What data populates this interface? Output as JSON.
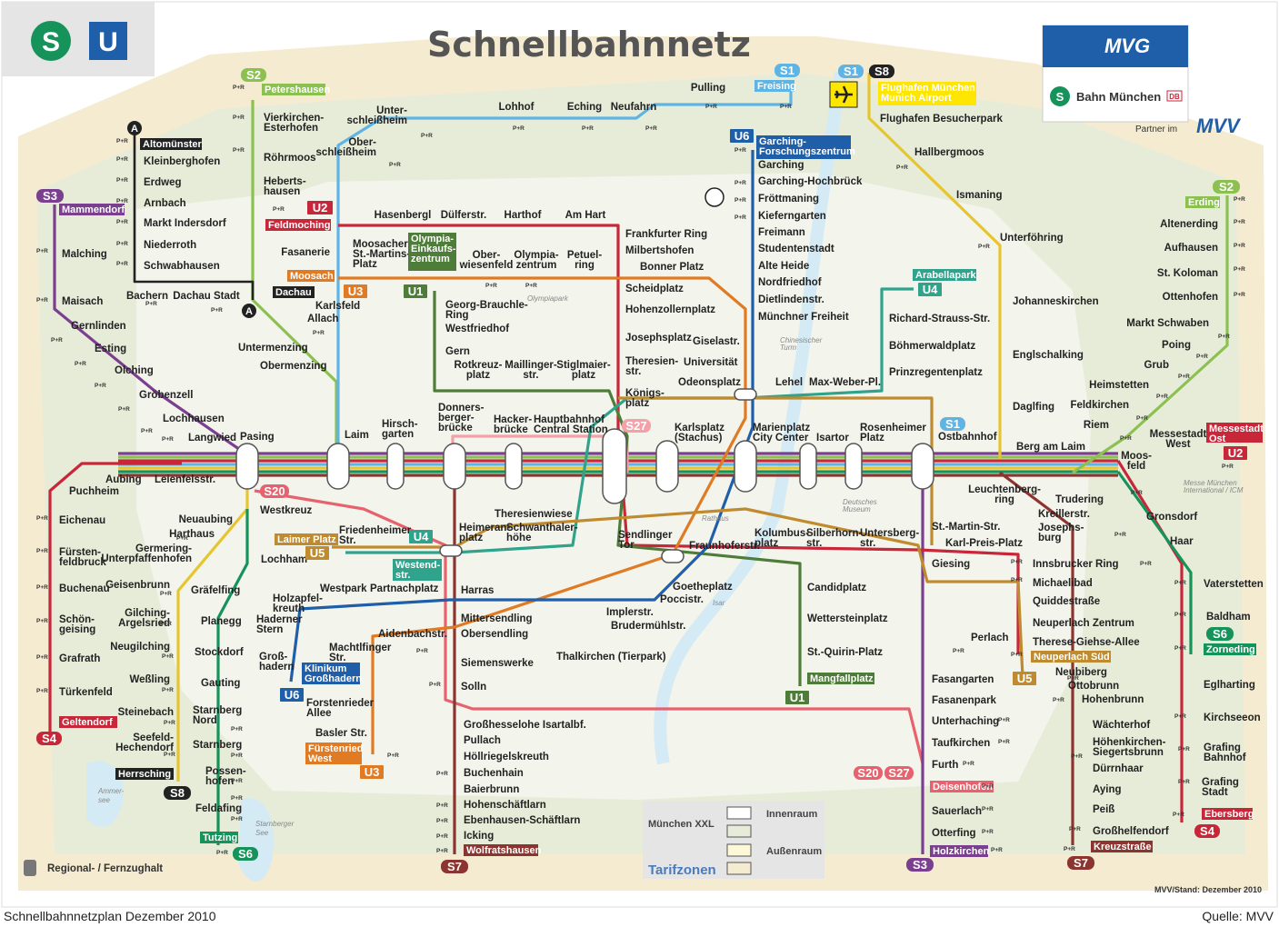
{
  "title": "Schnellbahnnetz",
  "footer": {
    "left": "Schnellbahnnetzplan Dezember 2010",
    "right": "Quelle: MVV"
  },
  "brand": {
    "mvg": "MVG",
    "sbahn": "Bahn München",
    "db": "DB",
    "partner": "Partner im",
    "mvv": "MVV",
    "stand": "MVV/Stand: Dezember 2010",
    "s_logo": "S",
    "u_logo": "U"
  },
  "legend": {
    "regional": "Regional- / Fernzughalt",
    "tarif_title": "Tarifzonen",
    "xxl": "München XXL",
    "innen": "Innenraum",
    "aussen": "Außenraum"
  },
  "water": {
    "ammersee": "Ammer-\nsee",
    "starnberger": "Starnberger\nSee",
    "isar": "Isar"
  },
  "colors": {
    "S1": "#5fb4e3",
    "S2": "#8cc152",
    "S3": "#7b3f8f",
    "S4": "#c8273a",
    "S6": "#16935a",
    "S7": "#8c3530",
    "S8": "#222222",
    "S20": "#e7626f",
    "U1": "#4e7c39",
    "U2": "#c8273a",
    "U3": "#e07a23",
    "U4": "#2fa38b",
    "U5": "#bf8b2e",
    "U6": "#1f5ea8",
    "S27": "#f4a0a8",
    "Stamm": "#e6c52e"
  },
  "line_badges": [
    {
      "label": "S2",
      "color": "#8cc152"
    },
    {
      "label": "S1",
      "color": "#5fb4e3"
    },
    {
      "label": "S1",
      "color": "#5fb4e3"
    },
    {
      "label": "S8",
      "color": "#222222"
    },
    {
      "label": "S3",
      "color": "#7b3f8f"
    },
    {
      "label": "U2",
      "color": "#c8273a"
    },
    {
      "label": "U6",
      "color": "#1f5ea8"
    },
    {
      "label": "S2",
      "color": "#8cc152"
    },
    {
      "label": "U3",
      "color": "#e07a23"
    },
    {
      "label": "U1",
      "color": "#4e7c39"
    },
    {
      "label": "U4",
      "color": "#2fa38b"
    },
    {
      "label": "S1",
      "color": "#5fb4e3"
    },
    {
      "label": "S27",
      "color": "#f4a0a8"
    },
    {
      "label": "U2",
      "color": "#c8273a"
    },
    {
      "label": "S20",
      "color": "#e7626f"
    },
    {
      "label": "U4",
      "color": "#2fa38b"
    },
    {
      "label": "U5",
      "color": "#bf8b2e"
    },
    {
      "label": "S6",
      "color": "#16935a"
    },
    {
      "label": "U6",
      "color": "#1f5ea8"
    },
    {
      "label": "U1",
      "color": "#4e7c39"
    },
    {
      "label": "U5",
      "color": "#bf8b2e"
    },
    {
      "label": "S4",
      "color": "#c8273a"
    },
    {
      "label": "U3",
      "color": "#e07a23"
    },
    {
      "label": "S8",
      "color": "#222222"
    },
    {
      "label": "S20",
      "color": "#e7626f"
    },
    {
      "label": "S27",
      "color": "#e7626f"
    },
    {
      "label": "S6",
      "color": "#16935a"
    },
    {
      "label": "S7",
      "color": "#8c3530"
    },
    {
      "label": "S3",
      "color": "#7b3f8f"
    },
    {
      "label": "S7",
      "color": "#8c3530"
    },
    {
      "label": "S4",
      "color": "#c8273a"
    }
  ],
  "terminus_tags": [
    {
      "label": "Petershausen",
      "color": "#8cc152"
    },
    {
      "label": "Freising",
      "color": "#5fb4e3"
    },
    {
      "label": "Flughafen München\nMunich Airport",
      "color": "#ffe600",
      "dark": true
    },
    {
      "label": "Altomünster",
      "color": "#222222"
    },
    {
      "label": "Mammendorf",
      "color": "#7b3f8f"
    },
    {
      "label": "Feldmoching",
      "color": "#c8273a"
    },
    {
      "label": "Garching-\nForschungszentrum",
      "color": "#1f5ea8"
    },
    {
      "label": "Erding",
      "color": "#8cc152"
    },
    {
      "label": "Moosach",
      "color": "#e07a23"
    },
    {
      "label": "Dachau",
      "color": "#222222"
    },
    {
      "label": "Olympia-\nEinkaufs-\nzentrum",
      "color": "#4e7c39"
    },
    {
      "label": "Arabellapark",
      "color": "#2fa38b"
    },
    {
      "label": "Messestadt\nOst",
      "color": "#c8273a"
    },
    {
      "label": "Laimer Platz",
      "color": "#bf8b2e"
    },
    {
      "label": "Westend-\nstr.",
      "color": "#2fa38b"
    },
    {
      "label": "Klinikum\nGroßhadern",
      "color": "#1f5ea8"
    },
    {
      "label": "Neuperlach Süd",
      "color": "#bf8b2e"
    },
    {
      "label": "Zorneding",
      "color": "#16935a"
    },
    {
      "label": "Mangfallplatz",
      "color": "#4e7c39"
    },
    {
      "label": "Geltendorf",
      "color": "#c8273a"
    },
    {
      "label": "Fürstenried\nWest",
      "color": "#e07a23"
    },
    {
      "label": "Herrsching",
      "color": "#222222"
    },
    {
      "label": "Deisenhofen",
      "color": "#e7626f"
    },
    {
      "label": "Ebersberg",
      "color": "#c8273a"
    },
    {
      "label": "Tutzing",
      "color": "#16935a"
    },
    {
      "label": "Holzkirchen",
      "color": "#7b3f8f"
    },
    {
      "label": "Wolfratshausen",
      "color": "#8c3530"
    },
    {
      "label": "Kreuzstraße",
      "color": "#8c3530"
    }
  ],
  "stations": [
    {
      "name": "Vierkirchen-\nEsterhofen"
    },
    {
      "name": "Röhrmoos"
    },
    {
      "name": "Heberts-\nhausen"
    },
    {
      "name": "Unter-\nschleißheim"
    },
    {
      "name": "Ober-\nschleißheim"
    },
    {
      "name": "Lohhof"
    },
    {
      "name": "Eching"
    },
    {
      "name": "Neufahrn"
    },
    {
      "name": "Pulling"
    },
    {
      "name": "Flughafen Besucherpark"
    },
    {
      "name": "Hallbergmoos"
    },
    {
      "name": "Ismaning"
    },
    {
      "name": "Unterföhring"
    },
    {
      "name": "Johanneskirchen"
    },
    {
      "name": "Englschalking"
    },
    {
      "name": "Daglfing"
    },
    {
      "name": "Kleinberghofen"
    },
    {
      "name": "Erdweg"
    },
    {
      "name": "Arnbach"
    },
    {
      "name": "Markt Indersdorf"
    },
    {
      "name": "Niederroth"
    },
    {
      "name": "Schwabhausen"
    },
    {
      "name": "Bachern"
    },
    {
      "name": "Dachau Stadt"
    },
    {
      "name": "Malching"
    },
    {
      "name": "Maisach"
    },
    {
      "name": "Gernlinden"
    },
    {
      "name": "Esting"
    },
    {
      "name": "Olching"
    },
    {
      "name": "Gröbenzell"
    },
    {
      "name": "Lochhausen"
    },
    {
      "name": "Langwied"
    },
    {
      "name": "Pasing"
    },
    {
      "name": "Fasanerie"
    },
    {
      "name": "Karlsfeld"
    },
    {
      "name": "Allach"
    },
    {
      "name": "Untermenzing"
    },
    {
      "name": "Obermenzing"
    },
    {
      "name": "Hasenbergl"
    },
    {
      "name": "Dülferstr."
    },
    {
      "name": "Harthof"
    },
    {
      "name": "Am Hart"
    },
    {
      "name": "Frankfurter Ring"
    },
    {
      "name": "Milbertshofen"
    },
    {
      "name": "Bonner Platz"
    },
    {
      "name": "Scheidplatz"
    },
    {
      "name": "Hohenzollernplatz"
    },
    {
      "name": "Josephsplatz"
    },
    {
      "name": "Theresien-\nstr."
    },
    {
      "name": "Königs-\nplatz"
    },
    {
      "name": "Moosacher\nSt.-Martins-\nPlatz"
    },
    {
      "name": "Ober-\nwiesenfeld"
    },
    {
      "name": "Olympia-\nzentrum"
    },
    {
      "name": "Petuel-\nring"
    },
    {
      "name": "Georg-Brauchle-\nRing"
    },
    {
      "name": "Westfriedhof"
    },
    {
      "name": "Gern"
    },
    {
      "name": "Rotkreuz-\nplatz"
    },
    {
      "name": "Maillinger-\nstr."
    },
    {
      "name": "Stiglmaier-\nplatz"
    },
    {
      "name": "Garching"
    },
    {
      "name": "Garching-Hochbrück"
    },
    {
      "name": "Fröttmaning"
    },
    {
      "name": "Kieferngarten"
    },
    {
      "name": "Freimann"
    },
    {
      "name": "Studentenstadt"
    },
    {
      "name": "Alte Heide"
    },
    {
      "name": "Nordfriedhof"
    },
    {
      "name": "Dietlindenstr."
    },
    {
      "name": "Münchner Freiheit"
    },
    {
      "name": "Giselastr."
    },
    {
      "name": "Universität"
    },
    {
      "name": "Odeonsplatz"
    },
    {
      "name": "Lehel"
    },
    {
      "name": "Max-Weber-Pl."
    },
    {
      "name": "Richard-Strauss-Str."
    },
    {
      "name": "Böhmerwaldplatz"
    },
    {
      "name": "Prinzregentenplatz"
    },
    {
      "name": "Altenerding"
    },
    {
      "name": "Aufhausen"
    },
    {
      "name": "St. Koloman"
    },
    {
      "name": "Ottenhofen"
    },
    {
      "name": "Markt Schwaben"
    },
    {
      "name": "Poing"
    },
    {
      "name": "Grub"
    },
    {
      "name": "Heimstetten"
    },
    {
      "name": "Feldkirchen"
    },
    {
      "name": "Riem"
    },
    {
      "name": "Messestadt\nWest"
    },
    {
      "name": "Moos-\nfeld"
    },
    {
      "name": "Berg am Laim"
    },
    {
      "name": "Laim"
    },
    {
      "name": "Hirsch-\ngarten"
    },
    {
      "name": "Donners-\nberger-\nbrücke"
    },
    {
      "name": "Hacker-\nbrücke"
    },
    {
      "name": "Hauptbahnhof\nCentral Station"
    },
    {
      "name": "Karlsplatz\n(Stachus)"
    },
    {
      "name": "Marienplatz\nCity Center"
    },
    {
      "name": "Isartor"
    },
    {
      "name": "Rosenheimer\nPlatz"
    },
    {
      "name": "Ostbahnhof"
    },
    {
      "name": "Leuchtenberg-\nring"
    },
    {
      "name": "Trudering"
    },
    {
      "name": "Gronsdorf"
    },
    {
      "name": "Haar"
    },
    {
      "name": "Vaterstetten"
    },
    {
      "name": "Baldham"
    },
    {
      "name": "Aubing"
    },
    {
      "name": "Leienfelsstr."
    },
    {
      "name": "Puchheim"
    },
    {
      "name": "Eichenau"
    },
    {
      "name": "Fürsten-\nfeldbruck"
    },
    {
      "name": "Buchenau"
    },
    {
      "name": "Schön-\ngeising"
    },
    {
      "name": "Grafrath"
    },
    {
      "name": "Türkenfeld"
    },
    {
      "name": "Westkreuz"
    },
    {
      "name": "Neuaubing"
    },
    {
      "name": "Harthaus"
    },
    {
      "name": "Germering-\nUnterpfaffenhofen"
    },
    {
      "name": "Geisenbrunn"
    },
    {
      "name": "Gilching-\nArgelsried"
    },
    {
      "name": "Neugilching"
    },
    {
      "name": "Weßling"
    },
    {
      "name": "Steinebach"
    },
    {
      "name": "Seefeld-\nHechendorf"
    },
    {
      "name": "Lochham"
    },
    {
      "name": "Gräfelfing"
    },
    {
      "name": "Planegg"
    },
    {
      "name": "Stockdorf"
    },
    {
      "name": "Gauting"
    },
    {
      "name": "Starnberg\nNord"
    },
    {
      "name": "Starnberg"
    },
    {
      "name": "Possen-\nhofen"
    },
    {
      "name": "Feldafing"
    },
    {
      "name": "Friedenheimer\nStr."
    },
    {
      "name": "Heimeran-\nplatz"
    },
    {
      "name": "Schwanthaler-\nhöhe"
    },
    {
      "name": "Theresienwiese"
    },
    {
      "name": "Westpark"
    },
    {
      "name": "Partnachplatz"
    },
    {
      "name": "Harras"
    },
    {
      "name": "Holzapfel-\nkreuth"
    },
    {
      "name": "Haderner\nStern"
    },
    {
      "name": "Groß-\nhadern"
    },
    {
      "name": "Mittersendling"
    },
    {
      "name": "Obersendling"
    },
    {
      "name": "Aidenbachstr."
    },
    {
      "name": "Machtlfinger\nStr."
    },
    {
      "name": "Forstenrieder\nAllee"
    },
    {
      "name": "Basler Str."
    },
    {
      "name": "Siemenswerke"
    },
    {
      "name": "Solln"
    },
    {
      "name": "Großhesselohe Isartalbf."
    },
    {
      "name": "Pullach"
    },
    {
      "name": "Höllriegelskreuth"
    },
    {
      "name": "Buchenhain"
    },
    {
      "name": "Baierbrunn"
    },
    {
      "name": "Hohenschäftlarn"
    },
    {
      "name": "Ebenhausen-Schäftlarn"
    },
    {
      "name": "Icking"
    },
    {
      "name": "Sendlinger\nTor"
    },
    {
      "name": "Fraunhoferstr."
    },
    {
      "name": "Goetheplatz"
    },
    {
      "name": "Poccistr."
    },
    {
      "name": "Implerstr."
    },
    {
      "name": "Brudermühlstr."
    },
    {
      "name": "Thalkirchen (Tierpark)"
    },
    {
      "name": "Kolumbus-\nplatz"
    },
    {
      "name": "Silberhorn-\nstr."
    },
    {
      "name": "Untersberg-\nstr."
    },
    {
      "name": "Candidplatz"
    },
    {
      "name": "Wettersteinplatz"
    },
    {
      "name": "St.-Quirin-Platz"
    },
    {
      "name": "St.-Martin-Str."
    },
    {
      "name": "Karl-Preis-Platz"
    },
    {
      "name": "Giesing"
    },
    {
      "name": "Innsbrucker Ring"
    },
    {
      "name": "Michaelibad"
    },
    {
      "name": "Quiddestraße"
    },
    {
      "name": "Neuperlach Zentrum"
    },
    {
      "name": "Therese-Giehse-Allee"
    },
    {
      "name": "Perlach"
    },
    {
      "name": "Fasangarten"
    },
    {
      "name": "Fasanenpark"
    },
    {
      "name": "Unterhaching"
    },
    {
      "name": "Taufkirchen"
    },
    {
      "name": "Furth"
    },
    {
      "name": "Sauerlach"
    },
    {
      "name": "Otterfing"
    },
    {
      "name": "Kreillerstr."
    },
    {
      "name": "Josephs-\nburg"
    },
    {
      "name": "Neubiberg"
    },
    {
      "name": "Ottobrunn"
    },
    {
      "name": "Hohenbrunn"
    },
    {
      "name": "Wächterhof"
    },
    {
      "name": "Höhenkirchen-\nSiegertsbrunn"
    },
    {
      "name": "Dürrnhaar"
    },
    {
      "name": "Aying"
    },
    {
      "name": "Peiß"
    },
    {
      "name": "Großhelfendorf"
    },
    {
      "name": "Eglharting"
    },
    {
      "name": "Kirchseeon"
    },
    {
      "name": "Grafing\nBahnhof"
    },
    {
      "name": "Grafing\nStadt"
    }
  ],
  "captions": [
    {
      "name": "Olympiapark"
    },
    {
      "name": "Chinesischer\nTurm"
    },
    {
      "name": "Rathaus"
    },
    {
      "name": "Deutsches\nMuseum"
    },
    {
      "name": "Messe München\nInternational / ICM"
    }
  ],
  "pr_label": "P+R",
  "junction_label": "A"
}
